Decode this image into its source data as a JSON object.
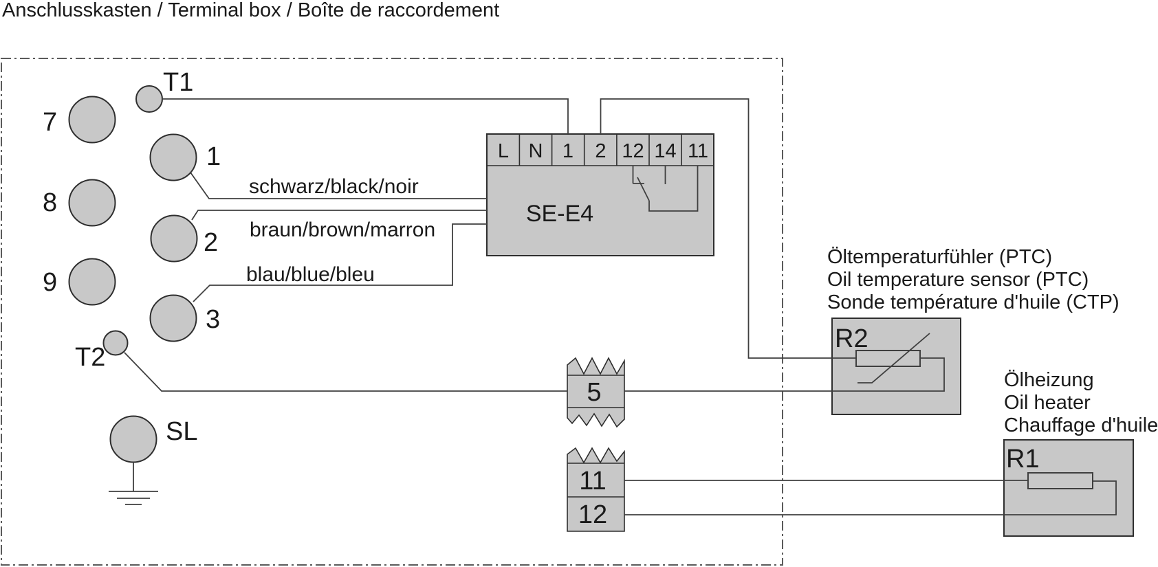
{
  "title": "Anschlusskasten / Terminal box / Boîte de raccordement",
  "glands": {
    "g7": "7",
    "g8": "8",
    "g9": "9",
    "g1": "1",
    "g2": "2",
    "g3": "3",
    "t1": "T1",
    "t2": "T2",
    "sl": "SL"
  },
  "wire_labels": {
    "black": "schwarz/black/noir",
    "brown": "braun/brown/marron",
    "blue": "blau/blue/bleu"
  },
  "controller": {
    "label": "SE-E4",
    "terminals": [
      "L",
      "N",
      "1",
      "2",
      "12",
      "14",
      "11"
    ]
  },
  "splices": {
    "s5": "5",
    "s11": "11",
    "s12": "12"
  },
  "sensor": {
    "label": "R2",
    "caption": [
      "Öltemperaturfühler (PTC)",
      "Oil temperature sensor (PTC)",
      "Sonde température d'huile (CTP)"
    ]
  },
  "heater": {
    "label": "R1",
    "caption": [
      "Ölheizung",
      "Oil heater",
      "Chauffage d'huile"
    ]
  },
  "colors": {
    "fill": "#c8c8c8",
    "stroke": "#2e2e2e",
    "wire": "#3f3f3f",
    "border": "#5a5a5a",
    "text": "#1a1a1a"
  }
}
